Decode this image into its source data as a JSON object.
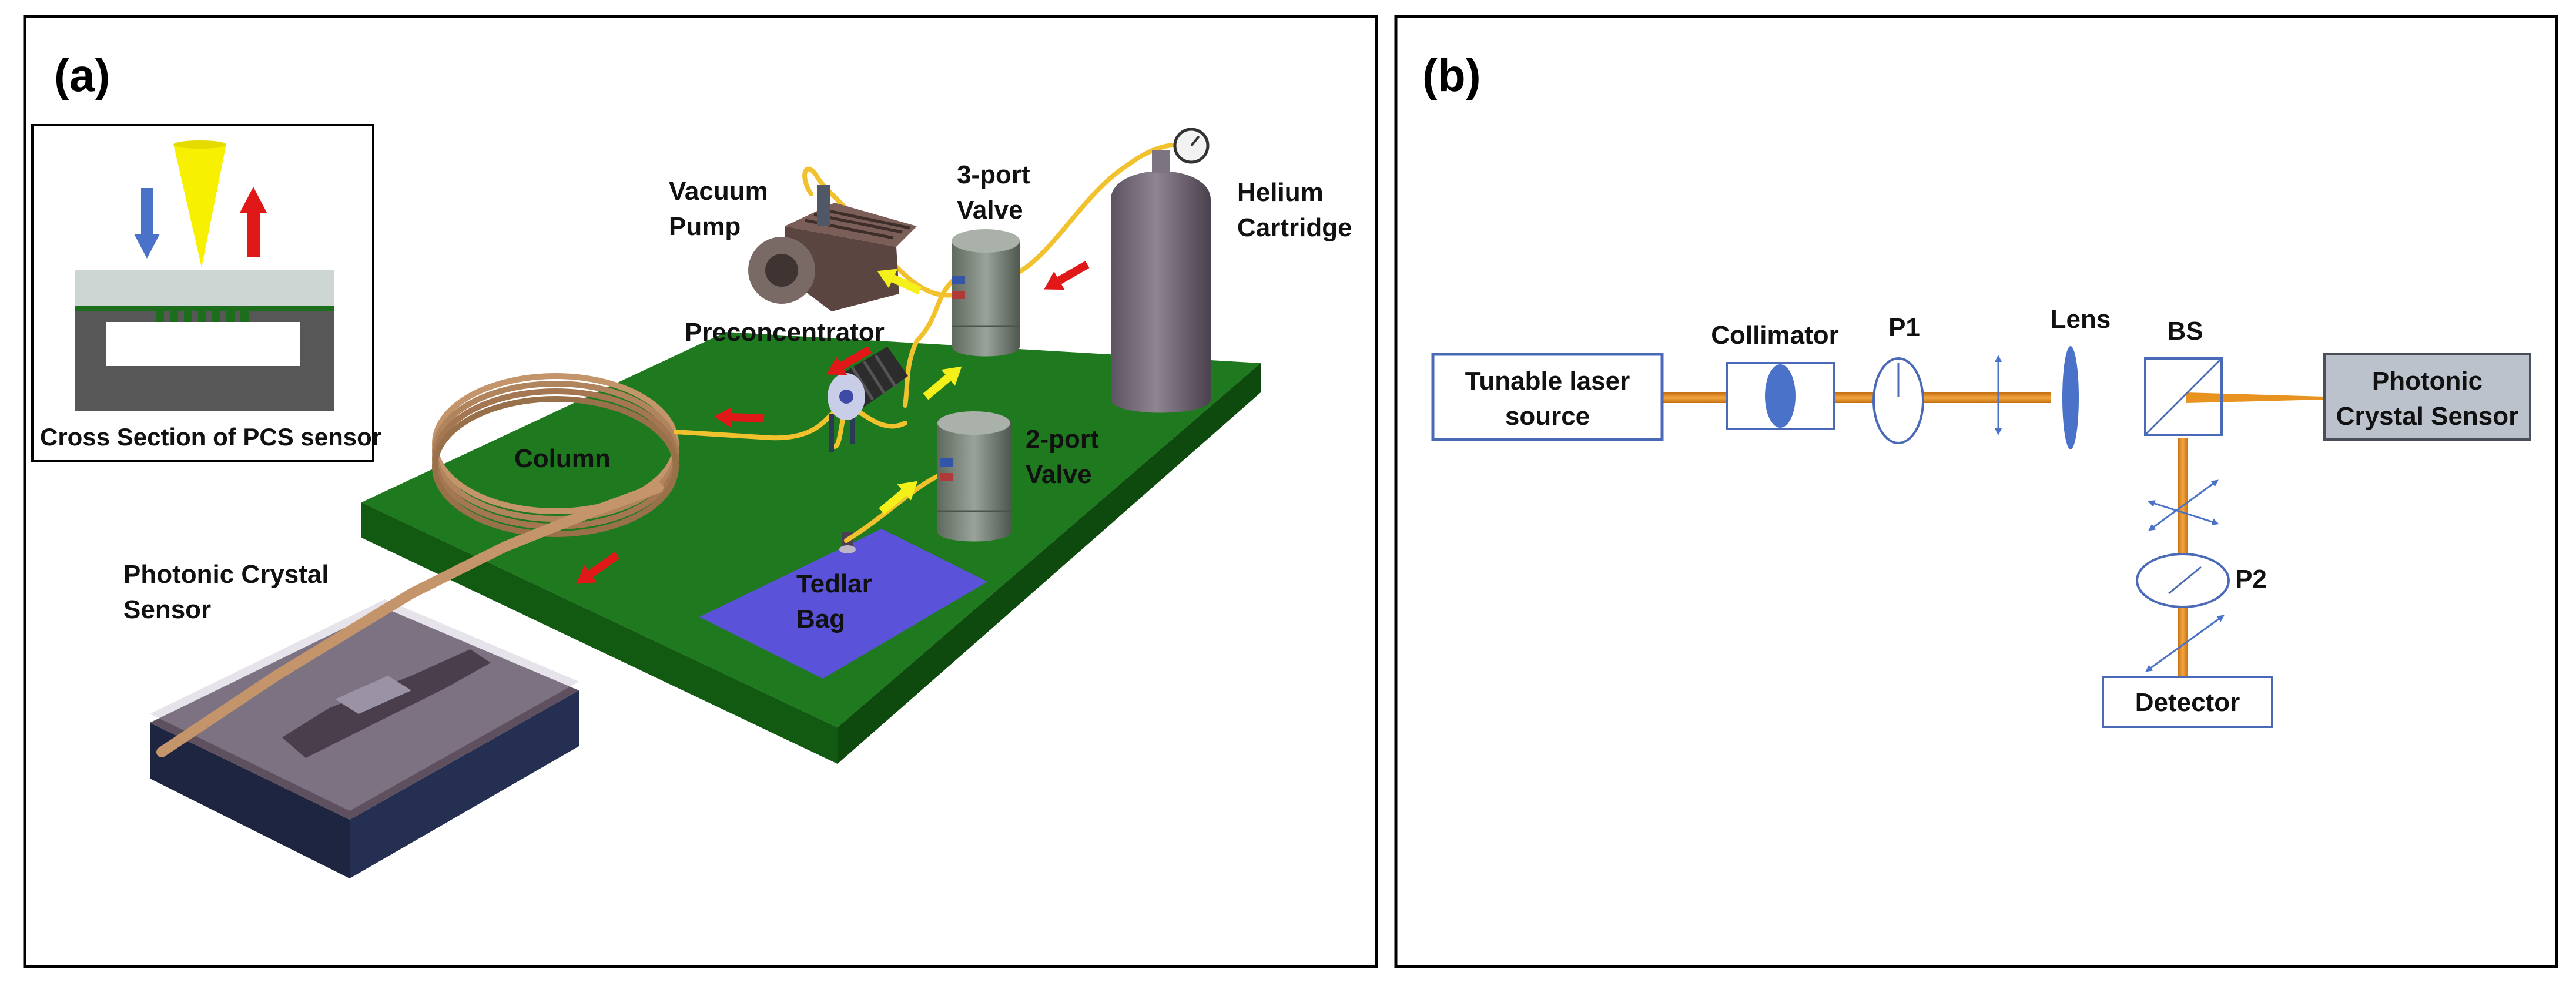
{
  "panel_a": {
    "letter": "(a)",
    "inset_caption": "Cross Section of PCS sensor",
    "labels": {
      "vacuum_pump_1": "Vacuum",
      "vacuum_pump_2": "Pump",
      "three_port_1": "3-port",
      "three_port_2": "Valve",
      "helium_1": "Helium",
      "helium_2": "Cartridge",
      "preconcentrator": "Preconcentrator",
      "column": "Column",
      "two_port_1": "2-port",
      "two_port_2": "Valve",
      "pcs_1": "Photonic Crystal",
      "pcs_2": "Sensor",
      "tedlar_1": "Tedlar",
      "tedlar_2": "Bag"
    }
  },
  "panel_b": {
    "letter": "(b)",
    "labels": {
      "laser_1": "Tunable laser",
      "laser_2": "source",
      "collimator": "Collimator",
      "p1": "P1",
      "lens": "Lens",
      "bs": "BS",
      "pcs_1": "Photonic",
      "pcs_2": "Crystal Sensor",
      "p2": "P2",
      "detector": "Detector"
    }
  },
  "colors": {
    "board": "#1f7a1f",
    "tube_yellow": "#f2c22e",
    "arrow_red": "#e01818",
    "arrow_yellow": "#f5f01a",
    "beam_orange": "#e8931f",
    "optic_blue": "#4a72c8",
    "tedlar_blue": "#5a52d8",
    "sensor_grey": "#bcc2cc"
  }
}
